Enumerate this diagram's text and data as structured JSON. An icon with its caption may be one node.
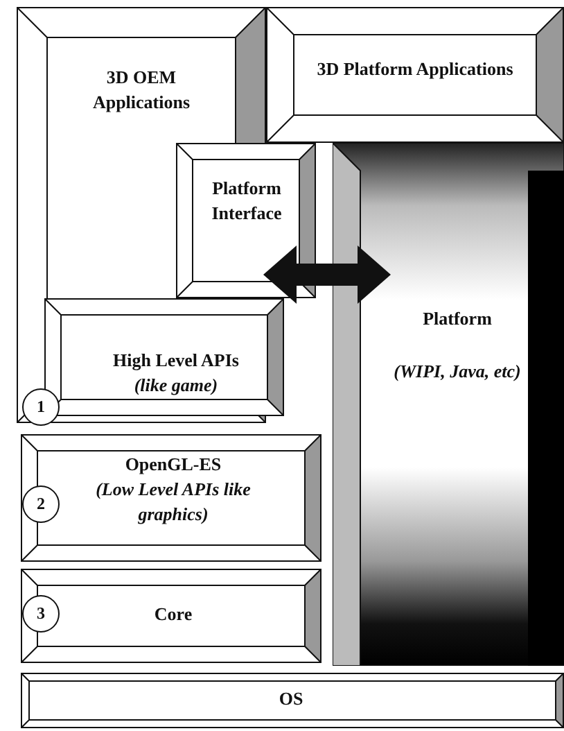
{
  "diagram": {
    "nodes": [
      {
        "text": [
          "3D OEM Applications"
        ]
      },
      {
        "text": [
          "3D Platform Applications"
        ]
      },
      {
        "text": [
          "Platform Interface"
        ]
      },
      {
        "text": [
          "High Level APIs *(like game)*"
        ]
      },
      {
        "text": [
          "Platform",
          "(WIPI, Java, etc)"
        ]
      },
      {
        "text": [
          "OpenGL-ES",
          "(Low Level APIs like graphics)"
        ]
      },
      {
        "text": [
          "Core"
        ]
      },
      {
        "text": [
          "OS"
        ]
      }
    ],
    "edges": [
      {
        "from": 2,
        "to": 4,
        "arrow": "both"
      }
    ],
    "labels": [
      "1",
      "2",
      "3"
    ]
  }
}
